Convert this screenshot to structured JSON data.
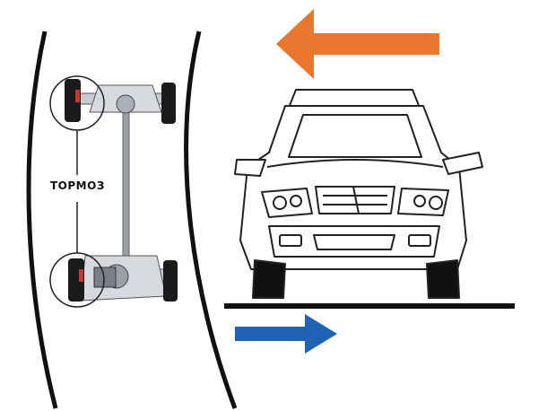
{
  "diagram": {
    "brake_label": "ТОРМОЗ"
  },
  "colors": {
    "orange_arrow": "#e9772e",
    "blue_arrow": "#1f64b4",
    "outline": "#222222",
    "ground": "#111111",
    "chassis_grey": "#b8bec6"
  },
  "icons": {
    "force_arrow_top": "arrow-left",
    "force_arrow_bottom": "arrow-right",
    "vehicle": "suv-front-view",
    "chassis": "awd-chassis-top-view"
  }
}
